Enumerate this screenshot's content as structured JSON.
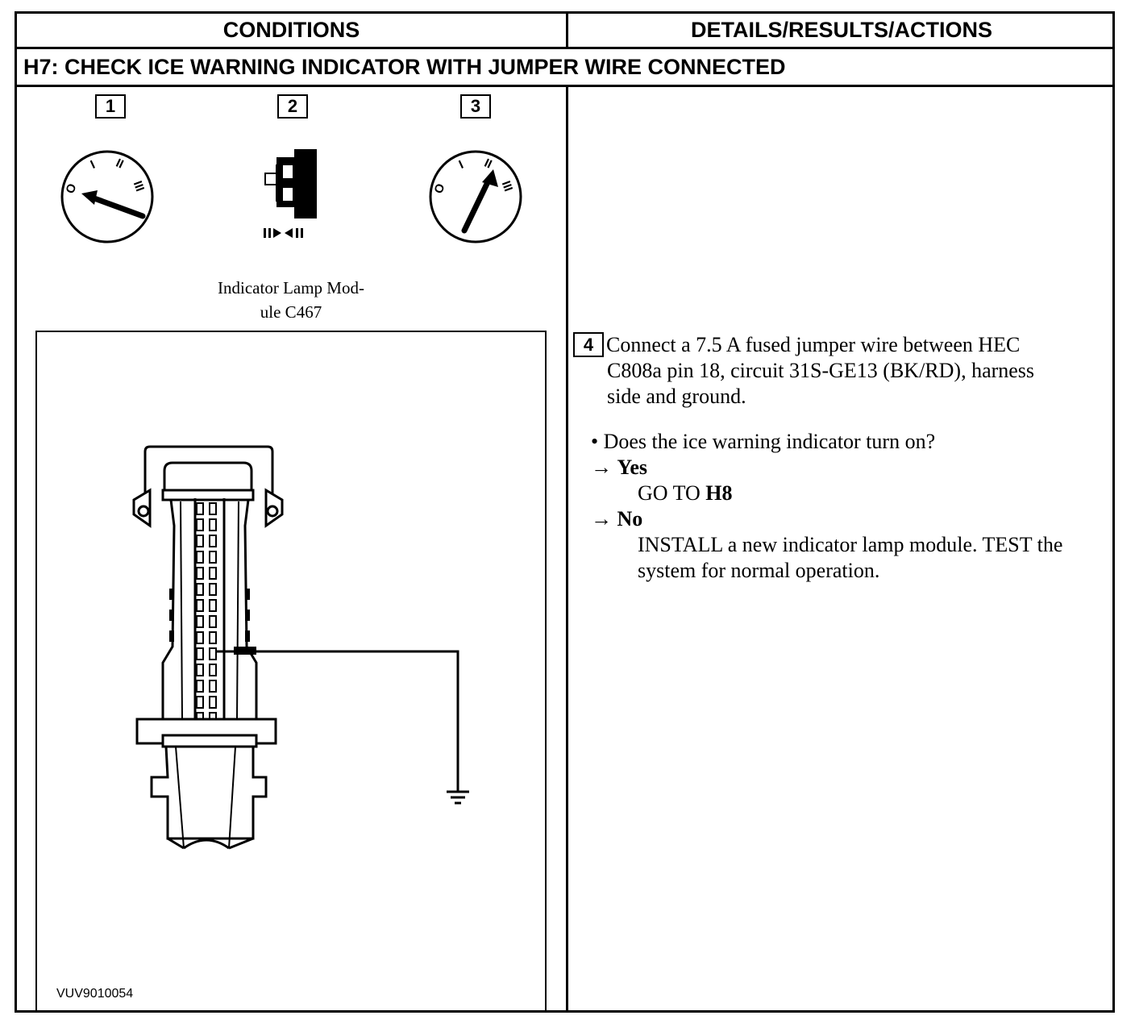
{
  "header": {
    "conditions": "CONDITIONS",
    "details": "DETAILS/RESULTS/ACTIONS"
  },
  "step_title": "H7: CHECK ICE WARNING INDICATOR WITH JUMPER WIRE CONNECTED",
  "conditions": {
    "steps": [
      "1",
      "2",
      "3"
    ],
    "caption_line1": "Indicator Lamp Mod-",
    "caption_line2": "ule C467",
    "figure_id": "VUV9010054",
    "ignition_labels": [
      "O",
      "I",
      "II",
      "III"
    ]
  },
  "details": {
    "step_number": "4",
    "instruction_line1": "Connect a 7.5 A fused jumper wire between HEC",
    "instruction_line2": "C808a pin 18, circuit 31S-GE13 (BK/RD), harness",
    "instruction_line3": "side and ground.",
    "question": "• Does the ice warning indicator turn on?",
    "yes_arrow": "→",
    "yes_label": "Yes",
    "yes_action_prefix": "GO TO",
    "yes_action_target": "H8",
    "no_arrow": "→",
    "no_label": "No",
    "no_action_line1": "INSTALL a new indicator lamp module. TEST the",
    "no_action_line2": "system for normal operation."
  }
}
